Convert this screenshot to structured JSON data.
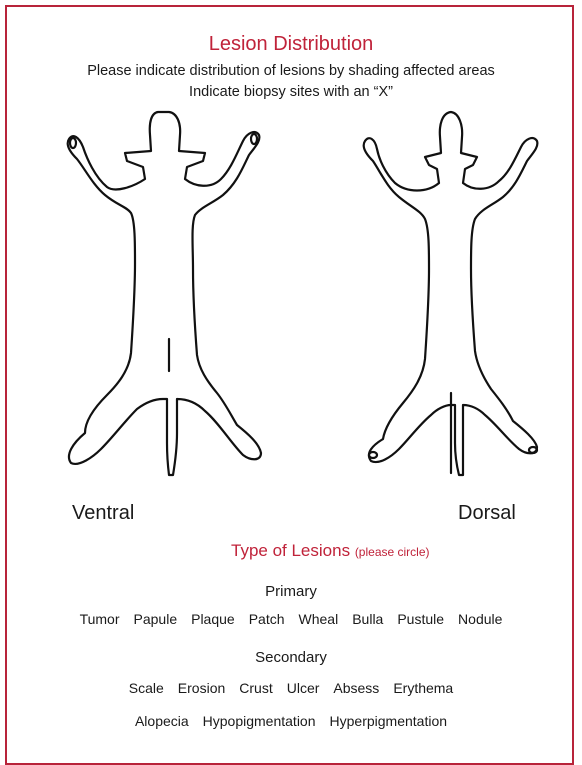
{
  "header": {
    "title": "Lesion Distribution",
    "instruction_1": "Please indicate distribution of lesions by shading affected areas",
    "instruction_2": "Indicate biopsy sites with an “X”"
  },
  "figures": {
    "ventral_label": "Ventral",
    "dorsal_label": "Dorsal"
  },
  "lesions": {
    "title": "Type of Lesions",
    "note": "(please circle)",
    "primary_heading": "Primary",
    "primary": [
      "Tumor",
      "Papule",
      "Plaque",
      "Patch",
      "Wheal",
      "Bulla",
      "Pustule",
      "Nodule"
    ],
    "secondary_heading": "Secondary",
    "secondary_row1": [
      "Scale",
      "Erosion",
      "Crust",
      "Ulcer",
      "Absess",
      "Erythema"
    ],
    "secondary_row2": [
      "Alopecia",
      "Hypopigmentation",
      "Hyperpigmentation"
    ]
  },
  "colors": {
    "accent": "#c0233a",
    "border": "#b8243a"
  }
}
